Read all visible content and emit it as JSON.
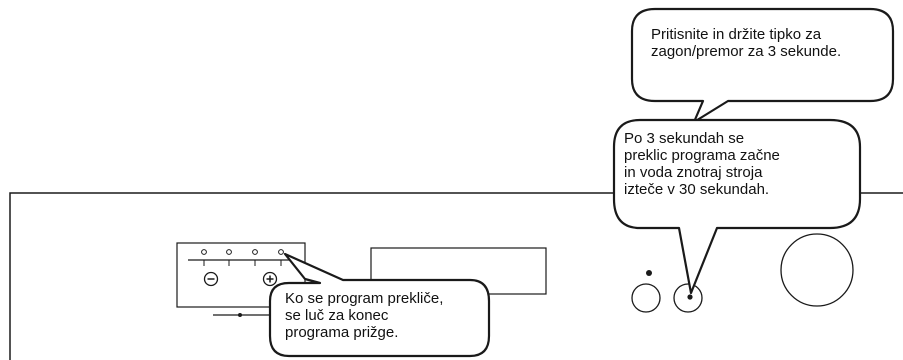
{
  "callouts": {
    "start_pause": [
      "Pritisnite in držite tipko za",
      "zagon/premor za 3 sekunde."
    ],
    "after_3_seconds": [
      "Po 3 sekundah se",
      "preklic programa začne",
      "in voda znotraj stroja",
      "izteče v 30 sekundah."
    ],
    "program_cancelled": [
      "Ko se program prekliče,",
      "se luč za konec",
      "programa prižge."
    ]
  },
  "icons": {
    "minus_button": "minus-icon",
    "plus_button": "plus-icon"
  },
  "colors": {
    "line": "#1a1a1a",
    "background": "#ffffff"
  }
}
